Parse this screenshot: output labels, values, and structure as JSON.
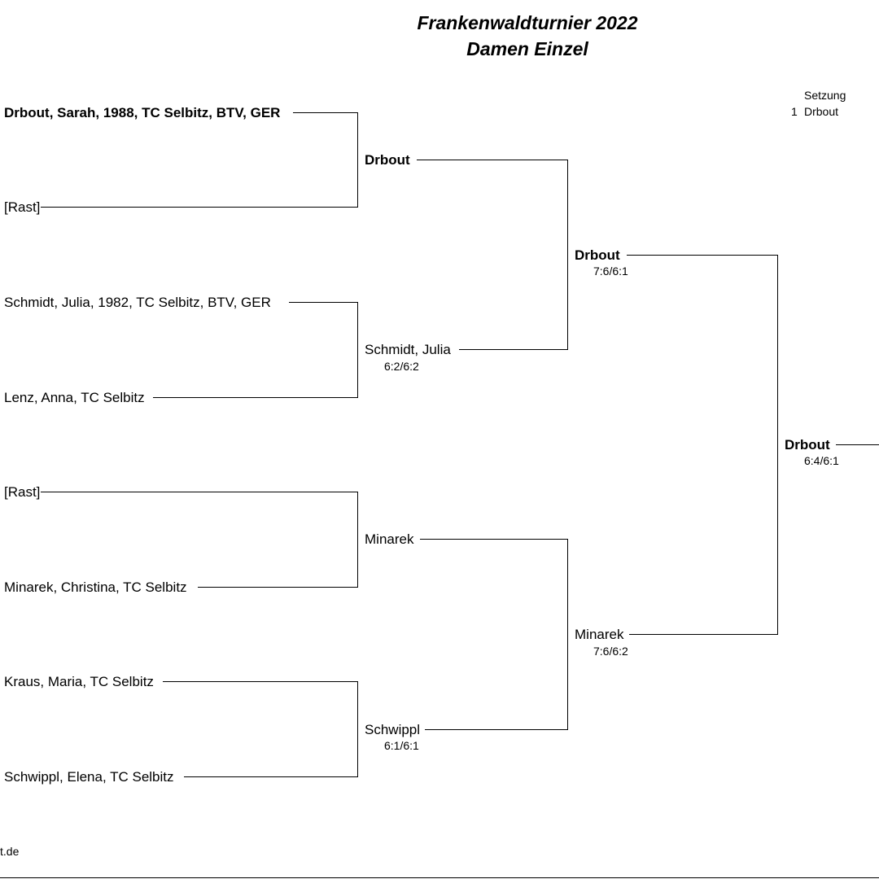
{
  "title": "Frankenwaldturnier 2022",
  "subtitle": "Damen Einzel",
  "seeding": {
    "header": "Setzung",
    "entries": [
      {
        "seed": "1",
        "name": "Drbout"
      }
    ]
  },
  "round1": [
    {
      "name": "Drbout, Sarah, 1988, TC Selbitz, BTV, GER",
      "bold": true
    },
    {
      "name": "[Rast]",
      "bold": false
    },
    {
      "name": "Schmidt, Julia, 1982, TC Selbitz, BTV, GER",
      "bold": false
    },
    {
      "name": "Lenz, Anna, TC Selbitz",
      "bold": false
    },
    {
      "name": "[Rast]",
      "bold": false
    },
    {
      "name": "Minarek, Christina, TC Selbitz",
      "bold": false
    },
    {
      "name": "Kraus, Maria, TC Selbitz",
      "bold": false
    },
    {
      "name": "Schwippl, Elena, TC Selbitz",
      "bold": false
    }
  ],
  "round2": [
    {
      "name": "Drbout",
      "score": "",
      "bold": true
    },
    {
      "name": "Schmidt, Julia",
      "score": "6:2/6:2",
      "bold": false
    },
    {
      "name": "Minarek",
      "score": "",
      "bold": false
    },
    {
      "name": "Schwippl",
      "score": "6:1/6:1",
      "bold": false
    }
  ],
  "round3": [
    {
      "name": "Drbout",
      "score": "7:6/6:1",
      "bold": true
    },
    {
      "name": "Minarek",
      "score": "7:6/6:2",
      "bold": false
    }
  ],
  "final": [
    {
      "name": "Drbout",
      "score": "6:4/6:1",
      "bold": true
    }
  ],
  "footer": {
    "text": "t.de"
  }
}
